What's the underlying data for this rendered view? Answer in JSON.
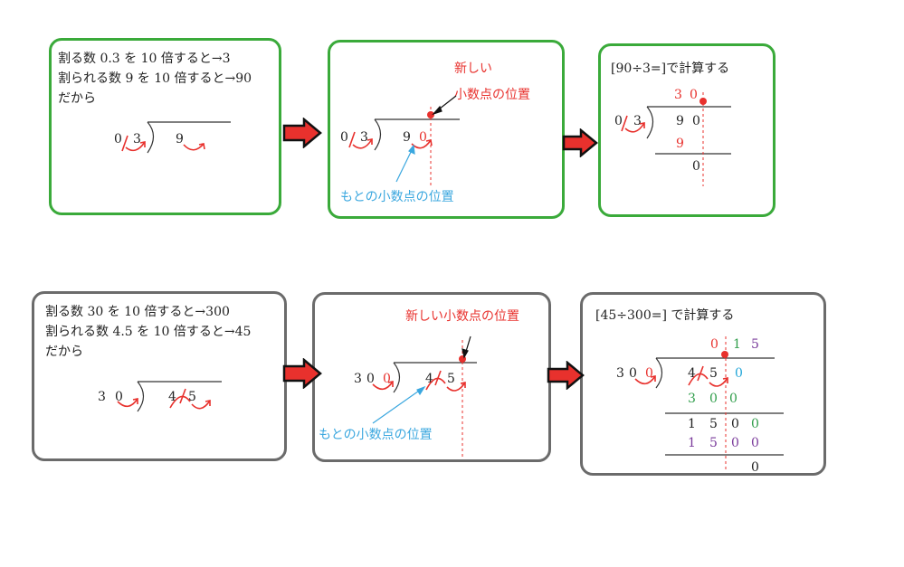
{
  "top_left": {
    "line1": "割る数 0.3 を 10 倍すると→3",
    "line2": "割られる数 9 を 10 倍すると→90",
    "line3": "だから",
    "divisor": [
      "0",
      "3"
    ],
    "dividend": "9"
  },
  "top_mid": {
    "new_label_1": "新しい",
    "new_label_2": "小数点の位置",
    "orig_label": "もとの小数点の位置",
    "divisor": [
      "0",
      "3"
    ],
    "dividend": [
      "9",
      "0"
    ]
  },
  "top_right": {
    "title": "[90÷3=]で計算する",
    "quotient": [
      "3",
      "0"
    ],
    "divisor": [
      "0",
      "3"
    ],
    "dividend": [
      "9",
      "0"
    ],
    "sub": "9",
    "remainder": "0"
  },
  "bot_left": {
    "line1": "割る数 30 を 10 倍すると→300",
    "line2": "割られる数 4.5 を 10 倍すると→45",
    "line3": "だから",
    "divisor": [
      "3",
      "0"
    ],
    "dividend": [
      "4",
      "5"
    ]
  },
  "bot_mid": {
    "new_label": "新しい小数点の位置",
    "orig_label": "もとの小数点の位置",
    "divisor": [
      "3",
      "0",
      "0"
    ],
    "dividend": [
      "4",
      "5"
    ]
  },
  "bot_right": {
    "title": "[45÷300=] で計算する",
    "quotient": [
      "0",
      "1",
      "5"
    ],
    "divisor": [
      "3",
      "0",
      "0"
    ],
    "dividend": [
      "4",
      "5",
      "0"
    ],
    "sub1": [
      "3",
      "0",
      "0"
    ],
    "rem1": [
      "1",
      "5",
      "0",
      "0"
    ],
    "sub2": [
      "1",
      "5",
      "0",
      "0"
    ],
    "remainder": "0"
  },
  "colors": {
    "green_border": "#3aaa3a",
    "gray_border": "#6b6b6b",
    "red": "#e8312d",
    "blue": "#3aa7df"
  }
}
